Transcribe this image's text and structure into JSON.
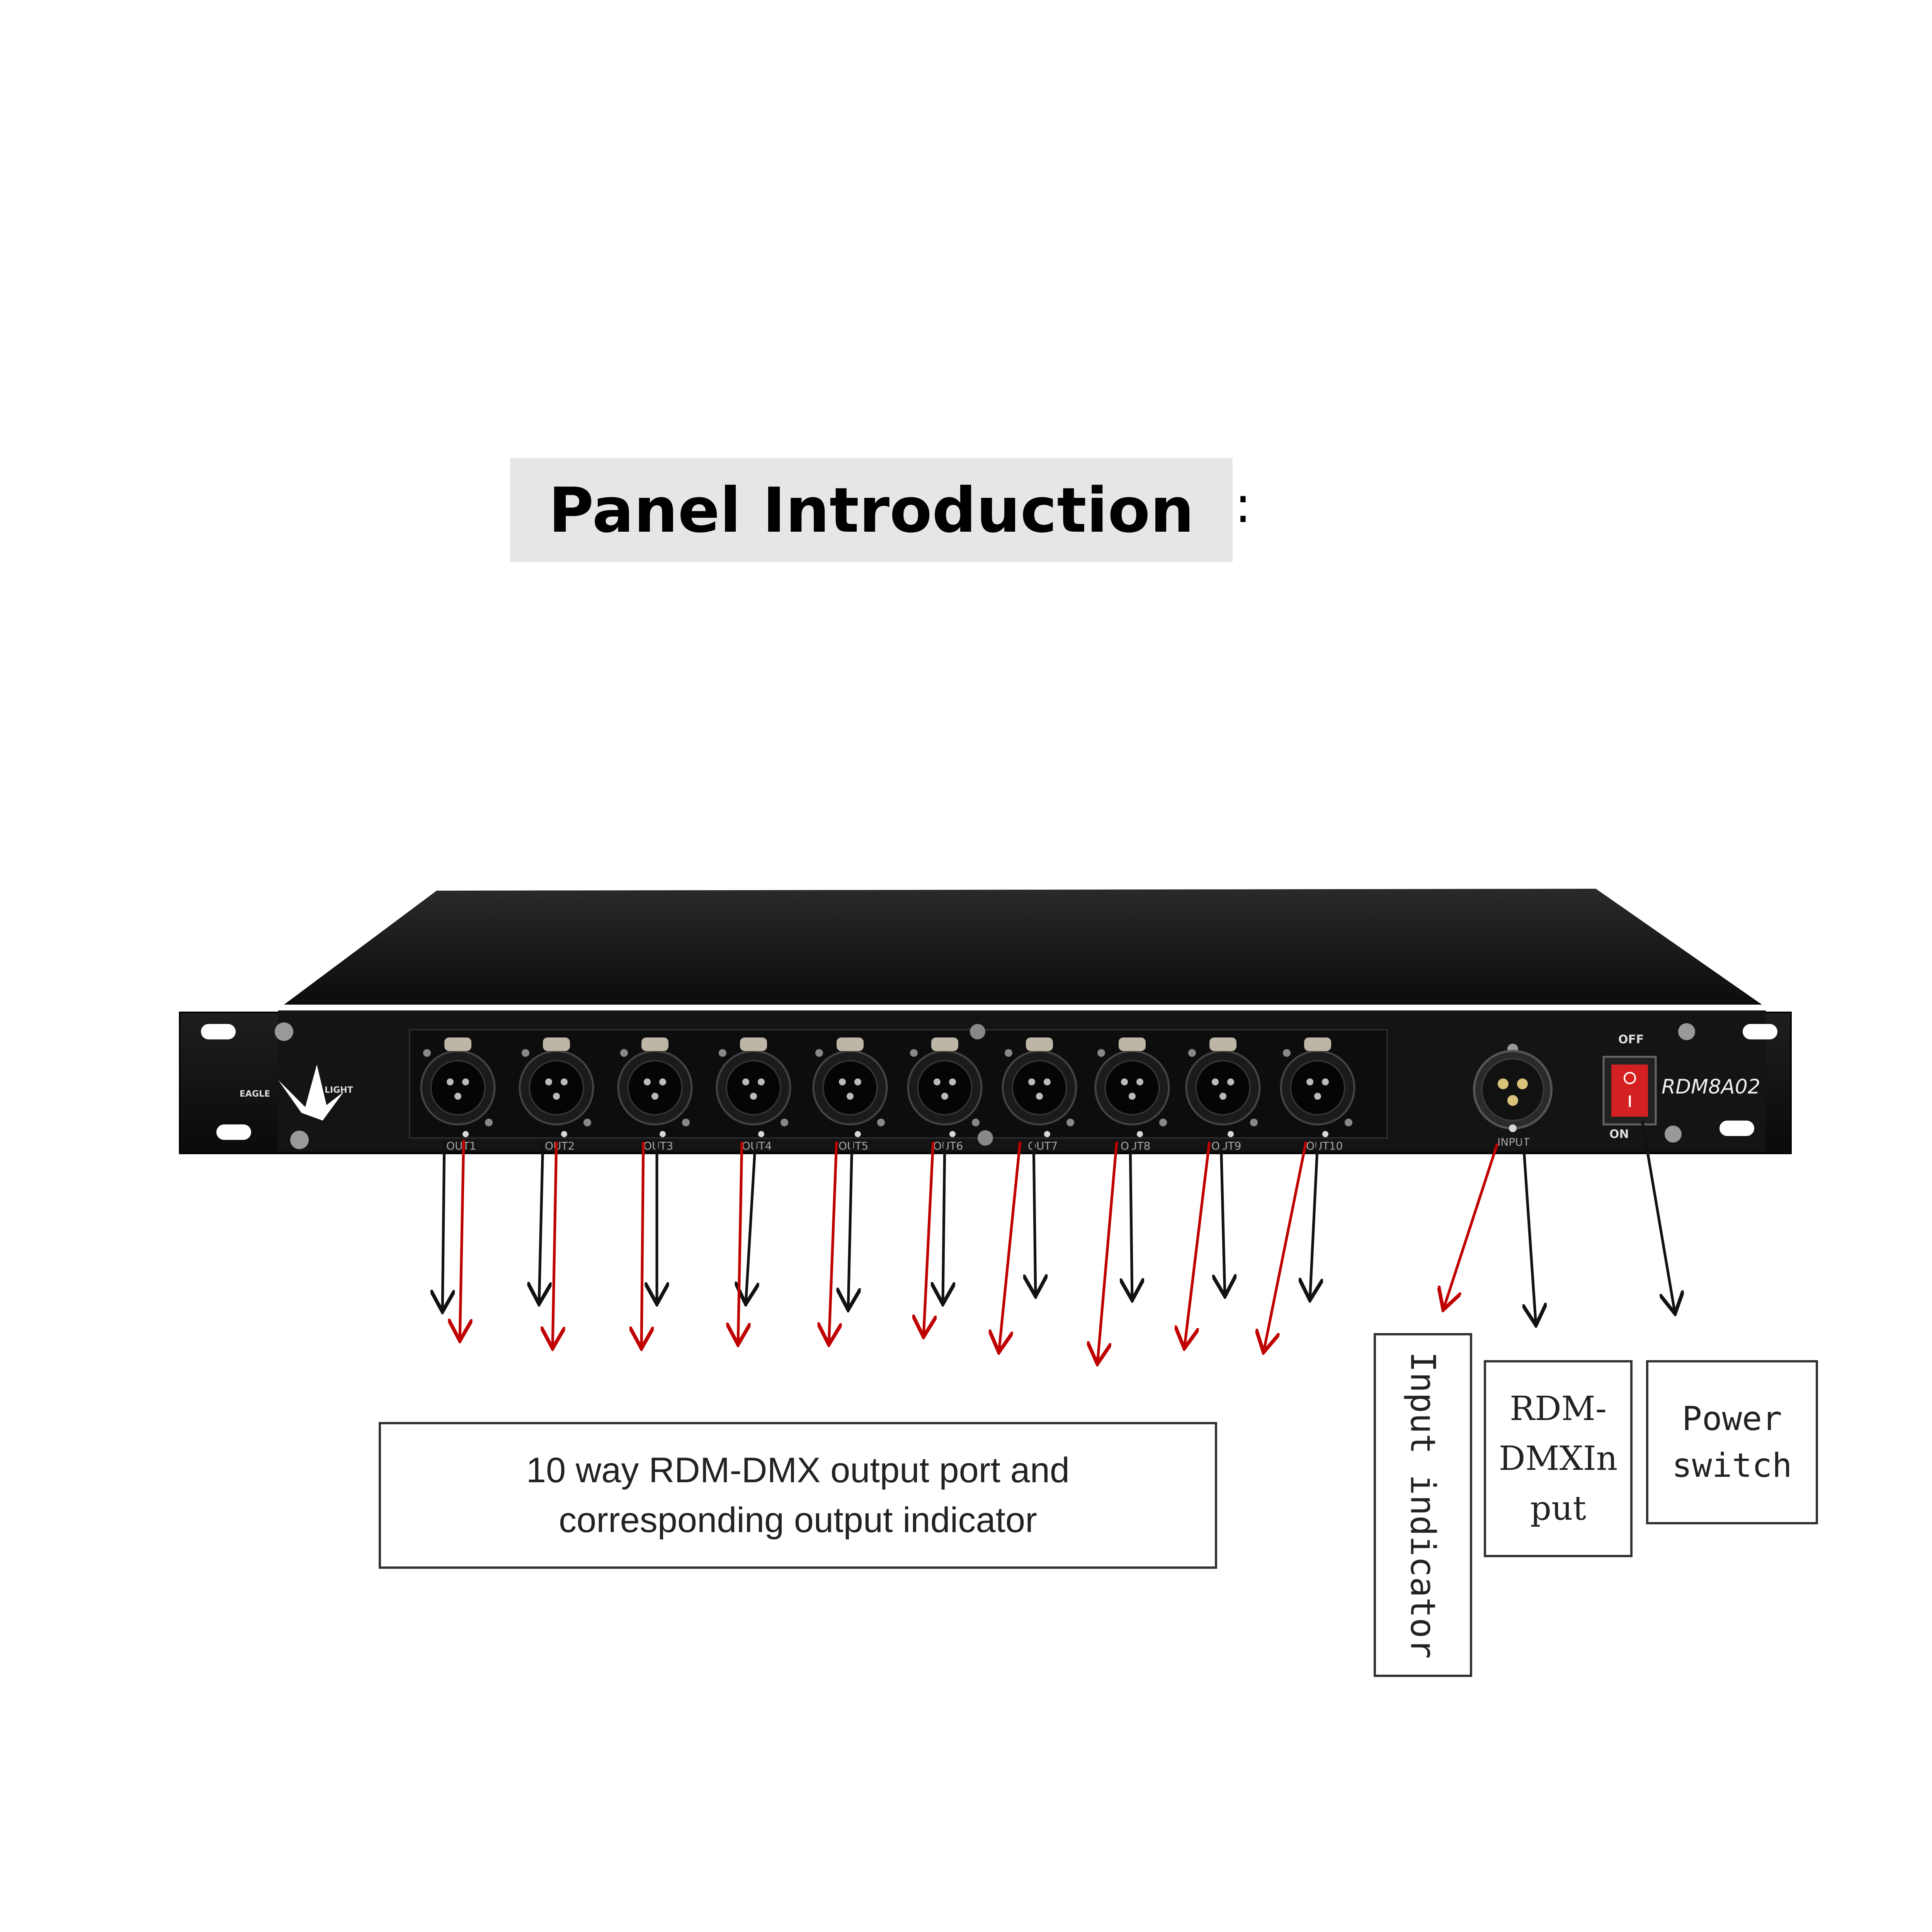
{
  "title": {
    "text": "Panel Introduction",
    "colon": ":"
  },
  "device": {
    "model": "RDM8A02",
    "logo_left": "EAGLE",
    "logo_right": "LIGHT",
    "switch_off_label": "OFF",
    "switch_on_label": "ON",
    "input_port_label": "INPUT",
    "output_port_labels": [
      "OUT1",
      "OUT2",
      "OUT3",
      "OUT4",
      "OUT5",
      "OUT6",
      "OUT7",
      "OUT8",
      "OUT9",
      "OUT10"
    ]
  },
  "labels": {
    "outputs_line1": "10 way RDM-DMX output port and",
    "outputs_line2": "corresponding output indicator",
    "input_indicator": "Input indicator",
    "rdm_line1": "RDM-",
    "rdm_line2": "DMXIn",
    "rdm_line3": "put",
    "power_line1": "Power",
    "power_line2": "switch"
  },
  "colors": {
    "arrow_black": "#111111",
    "arrow_red": "#c00000",
    "panel": "#121212",
    "switch_red": "#d42020"
  }
}
